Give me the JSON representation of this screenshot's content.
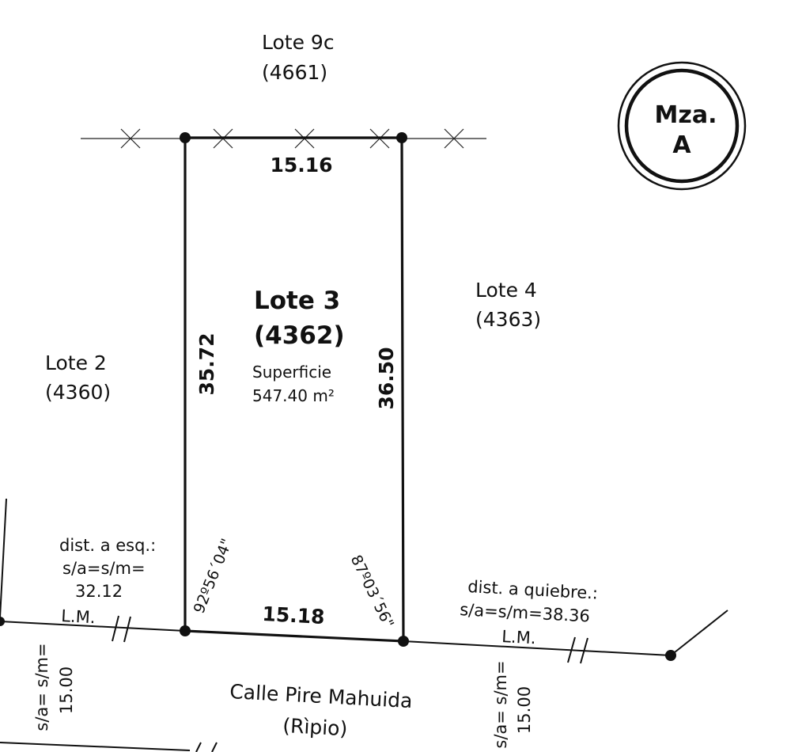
{
  "lots": {
    "top": {
      "name": "Lote 9c",
      "code": "(4661)"
    },
    "right": {
      "name": "Lote 4",
      "code": "(4363)"
    },
    "left": {
      "name": "Lote 2",
      "code": "(4360)"
    },
    "main": {
      "name": "Lote 3",
      "code": "(4362)",
      "area_label": "Superficie",
      "area_value": "547.40 m²"
    }
  },
  "block": {
    "line1": "Mza.",
    "line2": "A"
  },
  "dimensions": {
    "top": "15.16",
    "bottom": "15.18",
    "left": "35.72",
    "right": "36.50"
  },
  "angles": {
    "left": "92º56´04\"",
    "right": "87º03´56\""
  },
  "left_distance": {
    "line1": "dist. a esq.:",
    "line2": "s/a=s/m=",
    "line3": "32.12"
  },
  "right_distance": {
    "line1": "dist. a quiebre.:",
    "line2": "s/a=s/m=38.36"
  },
  "lm_labels": {
    "left": "L.M.",
    "right": "L.M."
  },
  "street_widths": {
    "left_line1": "s/a= s/m=",
    "left_line2": "15.00",
    "right_line1": "s/a= s/m=",
    "right_line2": "15.00"
  },
  "street": {
    "name": "Calle Pire Mahuida",
    "surface": "(Rìpio)"
  }
}
